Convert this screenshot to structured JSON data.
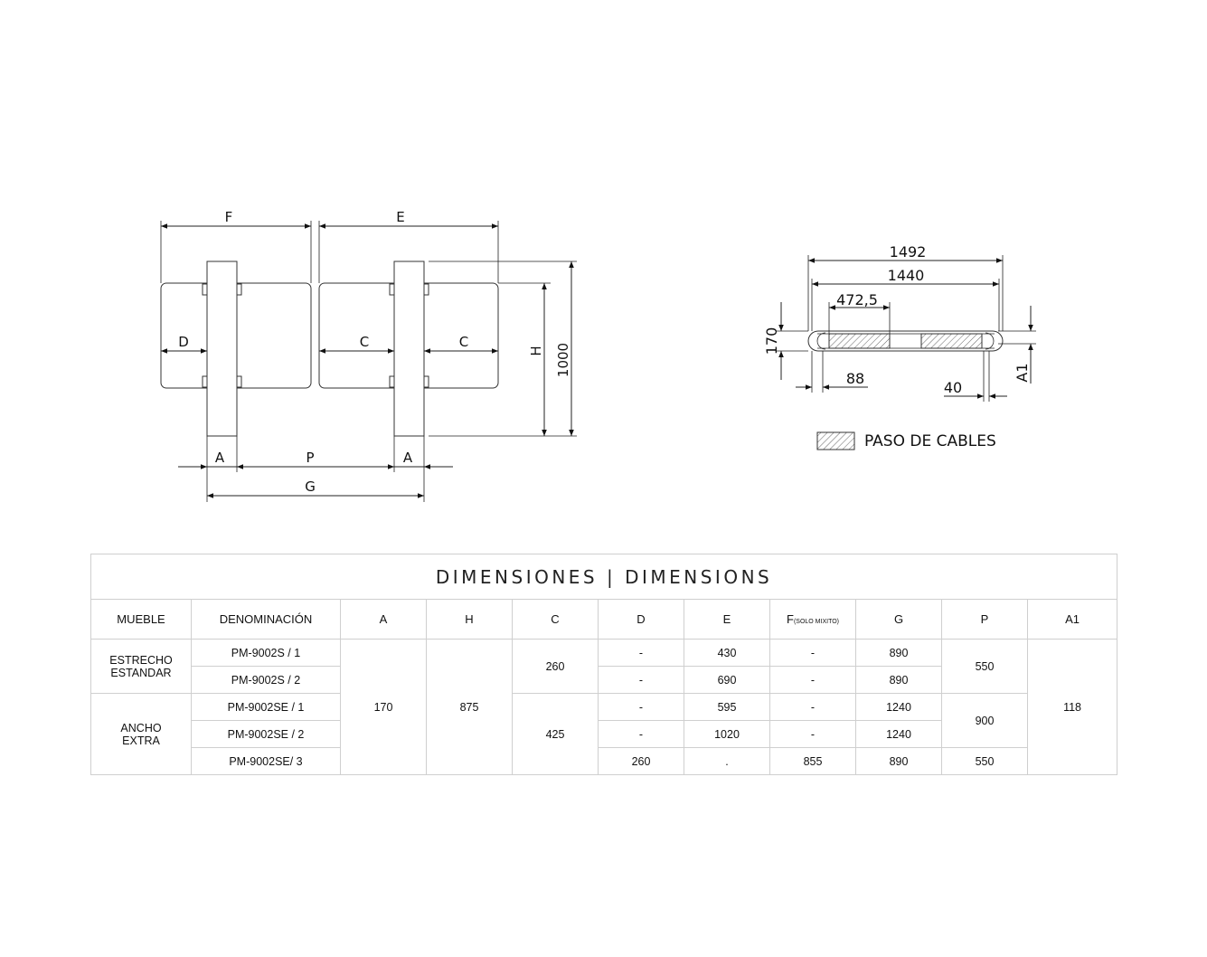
{
  "front_view": {
    "labels": {
      "f": "F",
      "e": "E",
      "d": "D",
      "c_left": "C",
      "c_right": "C",
      "h": "H",
      "total_height": "1000",
      "a_left": "A",
      "p": "P",
      "a_right": "A",
      "g": "G"
    }
  },
  "top_view": {
    "dims": {
      "overall": "1492",
      "inner": "1440",
      "slot": "472,5",
      "depth": "170",
      "offset": "88",
      "edge": "40",
      "a1": "A1"
    },
    "legend": "PASO DE CABLES"
  },
  "table": {
    "title": "DIMENSIONES | DIMENSIONS",
    "headers": {
      "mueble": "MUEBLE",
      "denominacion": "DENOMINACIÓN",
      "a": "A",
      "h": "H",
      "c": "C",
      "d": "D",
      "e": "E",
      "f": "F",
      "f_note": "(SOLO MIXITO)",
      "g": "G",
      "p": "P",
      "a1": "A1"
    },
    "groups": {
      "g1_line1": "ESTRECHO",
      "g1_line2": "ESTANDAR",
      "g2_line1": "ANCHO",
      "g2_line2": "EXTRA"
    },
    "shared": {
      "a": "170",
      "h": "875",
      "a1": "118",
      "c_group1": "260",
      "c_group2": "425",
      "p_group1": "550",
      "p_group2": "900"
    },
    "rows": [
      {
        "name": "PM-9002S / 1",
        "d": "-",
        "e": "430",
        "f": "-",
        "g": "890"
      },
      {
        "name": "PM-9002S / 2",
        "d": "-",
        "e": "690",
        "f": "-",
        "g": "890"
      },
      {
        "name": "PM-9002SE / 1",
        "d": "-",
        "e": "595",
        "f": "-",
        "g": "1240"
      },
      {
        "name": "PM-9002SE / 2",
        "d": "-",
        "e": "1020",
        "f": "-",
        "g": "1240"
      },
      {
        "name": "PM-9002SE/ 3",
        "d": "260",
        "e": ".",
        "f": "855",
        "g": "890",
        "p": "550"
      }
    ]
  }
}
